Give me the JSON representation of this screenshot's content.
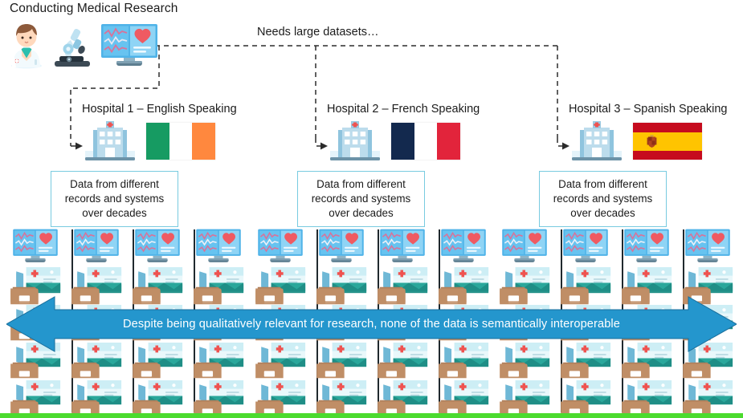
{
  "title": "Conducting Medical Research",
  "flow": {
    "needs_label": "Needs large datasets…"
  },
  "research_icons": [
    {
      "name": "doctor-icon",
      "label": "Doctor"
    },
    {
      "name": "microscope-icon",
      "label": "Microscope"
    },
    {
      "name": "medical-monitor-icon",
      "label": "Medical data monitor"
    }
  ],
  "hospitals": [
    {
      "title": "Hospital 1 – English Speaking",
      "flag": "ireland-flag",
      "flag_colors": [
        "#169b62",
        "#ffffff",
        "#ff883e"
      ],
      "data_box": "Data from different records and systems over decades"
    },
    {
      "title": "Hospital 2 – French Speaking",
      "flag": "france-flag",
      "flag_colors": [
        "#13294e",
        "#ffffff",
        "#e2243b"
      ],
      "data_box": "Data from different records and systems over decades"
    },
    {
      "title": "Hospital 3 – Spanish Speaking",
      "flag": "spain-flag",
      "flag_colors": [
        "#c60b1e",
        "#ffc400",
        "#c60b1e"
      ],
      "data_box": "Data from different records and systems over decades"
    }
  ],
  "banner": {
    "text": "Despite being qualitatively relevant for research, none of the data is semantically interoperable",
    "color": "#2496cd",
    "direction": "double-headed-horizontal-arrow"
  },
  "records_grid": {
    "group_count": 3,
    "columns_per_group": 4,
    "rows": 5,
    "cell_icons": [
      "medical-monitor-icon",
      "medical-record-folder-icon"
    ]
  },
  "colors": {
    "accent_blue": "#2496cd",
    "box_border": "#78cbe0",
    "divider": "#20292e",
    "bottom_bar": "#4bdb2e",
    "text": "#1b1b1b"
  }
}
